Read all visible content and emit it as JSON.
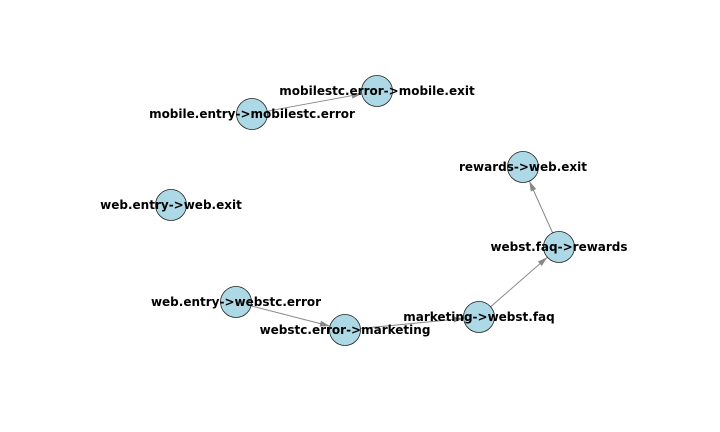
{
  "graph": {
    "nodes": [
      {
        "id": "n1",
        "label": "mobilestc.error->mobile.exit"
      },
      {
        "id": "n2",
        "label": "mobile.entry->mobilestc.error"
      },
      {
        "id": "n3",
        "label": "rewards->web.exit"
      },
      {
        "id": "n4",
        "label": "web.entry->web.exit"
      },
      {
        "id": "n5",
        "label": "webst.faq->rewards"
      },
      {
        "id": "n6",
        "label": "web.entry->webstc.error"
      },
      {
        "id": "n7",
        "label": "marketing->webst.faq"
      },
      {
        "id": "n8",
        "label": "webstc.error->marketing"
      }
    ],
    "edges": [
      {
        "from": "n2",
        "to": "n1"
      },
      {
        "from": "n6",
        "to": "n8"
      },
      {
        "from": "n8",
        "to": "n7"
      },
      {
        "from": "n7",
        "to": "n5"
      },
      {
        "from": "n5",
        "to": "n3"
      }
    ],
    "colors": {
      "node_fill": "#add8e6",
      "node_stroke": "#222222",
      "edge": "#888888"
    }
  }
}
